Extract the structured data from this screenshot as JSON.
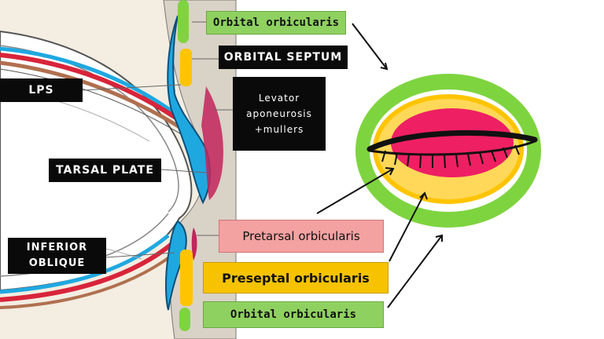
{
  "labels": {
    "orbital_orbicularis_top": "Orbital  orbicularis",
    "orbital_septum": "ORBITAL SEPTUM",
    "lps": "LPS",
    "levator_aponeurosis": [
      "Levator",
      "aponeurosis",
      "+mullers"
    ],
    "tarsal_plate": "TARSAL PLATE",
    "pretarsal_orbicularis": "Pretarsal orbicularis",
    "inferior_oblique": [
      "INFERIOR",
      "OBLIQUE"
    ],
    "preseptal_orbicularis": "Preseptal orbicularis",
    "orbital_orbicularis_bottom": "Orbital  orbicularis"
  },
  "colors": {
    "orbital": "#7ed43f",
    "preseptal": "#ffc400",
    "pretarsal": "#ee1f63",
    "tarsus": "#1fa8e0",
    "muscle_red": "#d8243a",
    "lash": "#111111"
  }
}
